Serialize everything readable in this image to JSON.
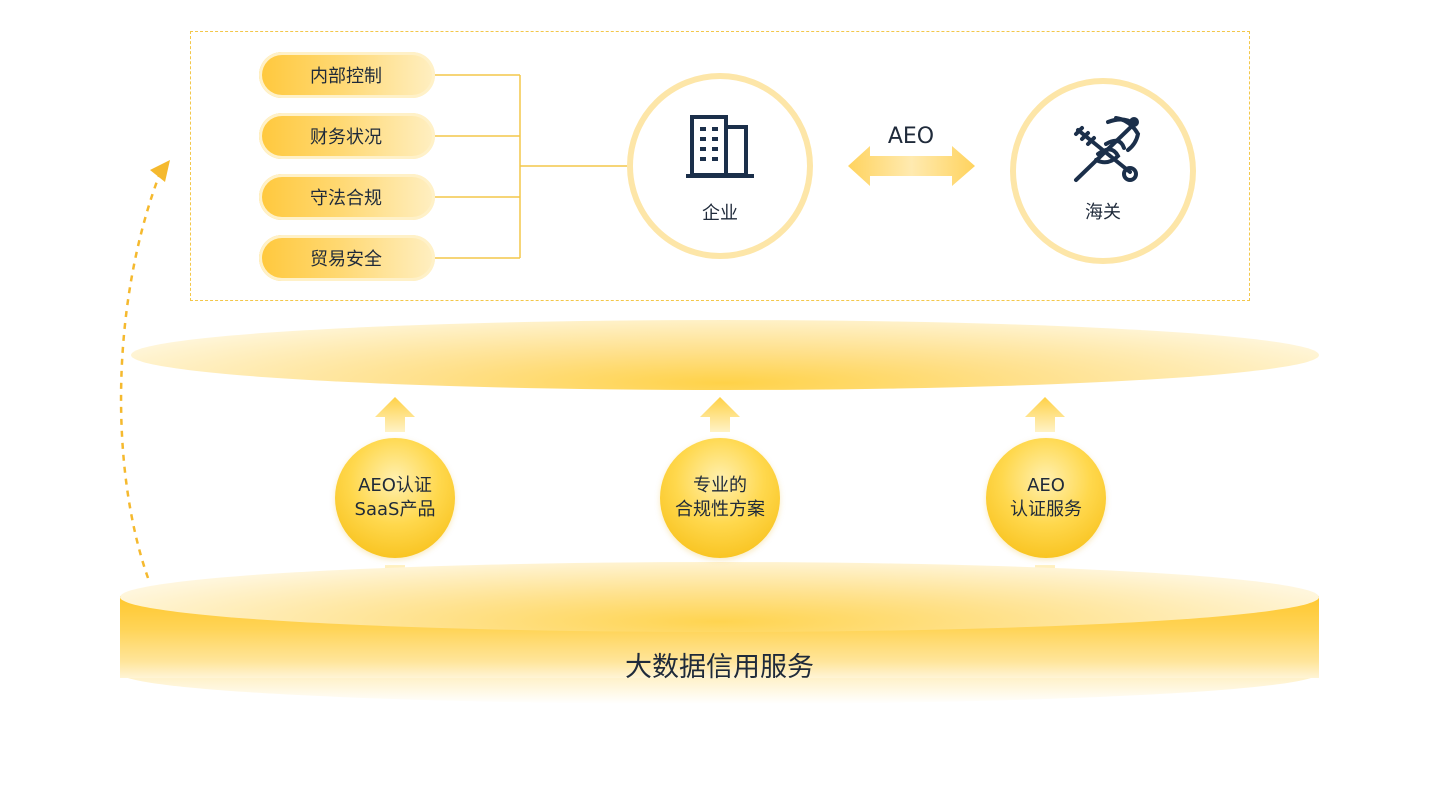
{
  "checklist": {
    "items": [
      {
        "label": "内部控制"
      },
      {
        "label": "财务状况"
      },
      {
        "label": "守法合规"
      },
      {
        "label": "贸易安全"
      }
    ]
  },
  "enterprise": {
    "label": "企业",
    "icon": "office-building-icon"
  },
  "customs": {
    "label": "海关",
    "icon": "customs-emblem-icon"
  },
  "relation": {
    "label": "AEO"
  },
  "services": [
    {
      "line1": "AEO认证",
      "line2": "SaaS产品"
    },
    {
      "line1": "专业的",
      "line2": "合规性方案"
    },
    {
      "line1": "AEO",
      "line2": "认证服务"
    }
  ],
  "platform": {
    "title": "大数据信用服务"
  },
  "colors": {
    "accent": "#ffc83c",
    "accent_light": "#ffefc2",
    "border_light": "#fde6a8",
    "icon_navy": "#1b2f4a",
    "dashed": "#f3c74a"
  }
}
